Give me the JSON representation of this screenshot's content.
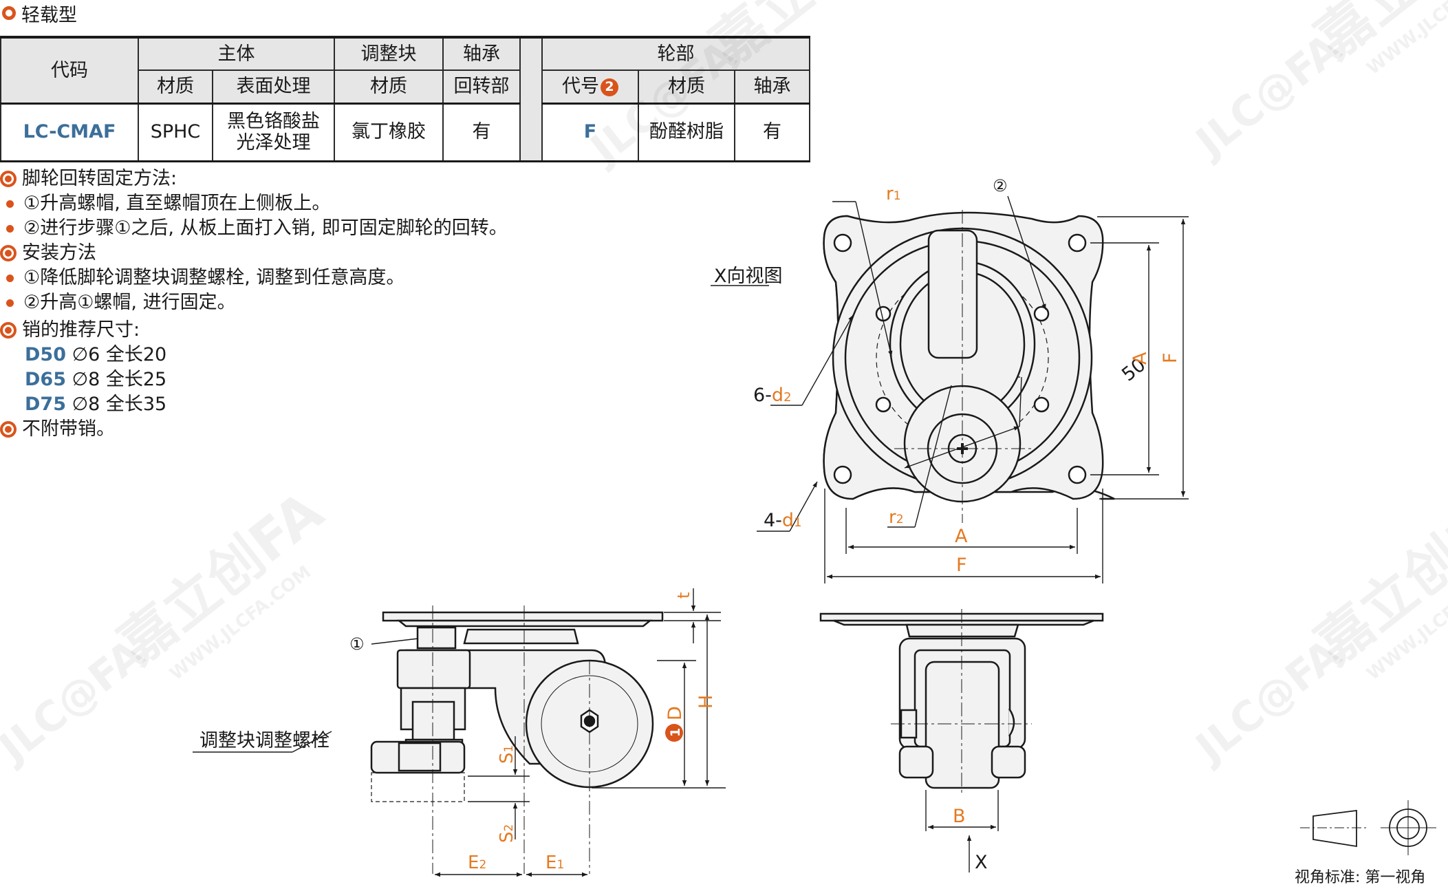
{
  "section_title": "轻载型",
  "table": {
    "header_row1": {
      "code": "代码",
      "body": "主体",
      "adjust_block": "调整块",
      "bearing": "轴承",
      "wheel": "轮部"
    },
    "header_row2": {
      "body_material": "材质",
      "body_surface": "表面处理",
      "adjust_material": "材质",
      "bearing_swivel": "回转部",
      "wheel_code": "代号",
      "wheel_code_badge": "2",
      "wheel_material": "材质",
      "wheel_bearing": "轴承"
    },
    "row": {
      "code": "LC-CMAF",
      "body_material": "SPHC",
      "body_surface_line1": "黑色铬酸盐",
      "body_surface_line2": "光泽处理",
      "adjust_material": "氯丁橡胶",
      "bearing_swivel": "有",
      "wheel_code": "F",
      "wheel_material": "酚醛树脂",
      "wheel_bearing": "有"
    }
  },
  "notes": {
    "lock_title": "脚轮回转固定方法:",
    "lock_steps": [
      "①升高螺帽, 直至螺帽顶在上侧板上。",
      "②进行步骤①之后, 从板上面打入销, 即可固定脚轮的回转。"
    ],
    "install_title": "安装方法",
    "install_steps": [
      "①降低脚轮调整块调整螺栓, 调整到任意高度。",
      "②升高①螺帽, 进行固定。"
    ],
    "pin_title": "销的推荐尺寸:",
    "pins": [
      {
        "size": "D50",
        "spec": "∅6 全长20"
      },
      {
        "size": "D65",
        "spec": "∅8 全长25"
      },
      {
        "size": "D75",
        "spec": "∅8 全长35"
      }
    ],
    "no_pin": "不附带销。"
  },
  "drawing": {
    "top_view_caption": "X向视图",
    "labels": {
      "r1": "r",
      "r1_sub": "1",
      "r2": "r",
      "r2_sub": "2",
      "callout_2": "②",
      "callout_1": "①",
      "d2_prefix": "6-",
      "d2": "d",
      "d2_sub": "2",
      "d1_prefix": "4-",
      "d1": "d",
      "d1_sub": "1",
      "pcd": "50",
      "A": "A",
      "F": "F",
      "B": "B",
      "H": "H",
      "D": "D",
      "D_badge": "1",
      "t": "t",
      "S1": "S",
      "S1_sub": "1",
      "S2": "S",
      "S2_sub": "2",
      "E1": "E",
      "E1_sub": "1",
      "E2": "E",
      "E2_sub": "2",
      "X": "X",
      "adjust_bolt": "调整块调整螺栓"
    },
    "projection_label": "视角标准: 第一视角"
  },
  "watermark": {
    "brand": "JLC@FA",
    "cn": "嘉立创FA",
    "url": "WWW.JLCFA.COM"
  },
  "colors": {
    "accent": "#d9541c",
    "code_blue": "#3c6f9a",
    "dim_orange": "#e47a22",
    "header_bg": "#e6e6e6"
  }
}
